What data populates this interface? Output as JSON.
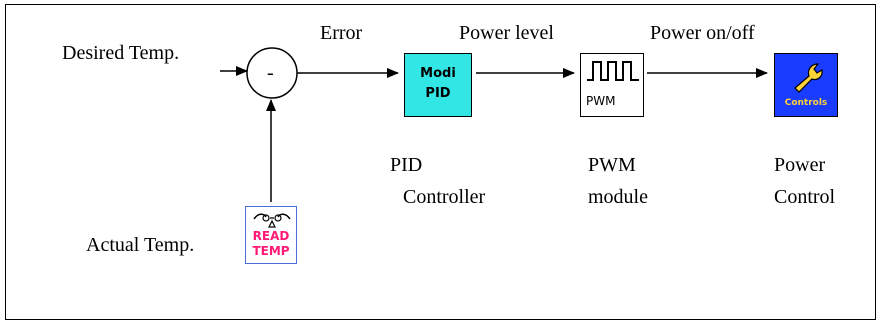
{
  "labels": {
    "desired_temp": "Desired Temp.",
    "actual_temp": "Actual Temp.",
    "error": "Error",
    "power_level": "Power level",
    "power_onoff": "Power on/off",
    "summing_sign": "-"
  },
  "blocks": {
    "pid": {
      "icon_line1": "Modi",
      "icon_line2": "PID",
      "caption_line1": "PID",
      "caption_line2": "Controller",
      "color": "#33e6e6"
    },
    "pwm": {
      "icon_text": "PWM",
      "caption_line1": "PWM",
      "caption_line2": "module"
    },
    "power": {
      "icon_text": "Controls",
      "caption_line1": "Power",
      "caption_line2": "Control",
      "color": "#1a3cff"
    },
    "read_temp": {
      "icon_line1": "READ",
      "icon_line2": "TEMP",
      "color": "#ff1a75"
    }
  },
  "icons": [
    "wrench-icon",
    "pulse-wave-icon",
    "thermometer-sensor-icon"
  ]
}
